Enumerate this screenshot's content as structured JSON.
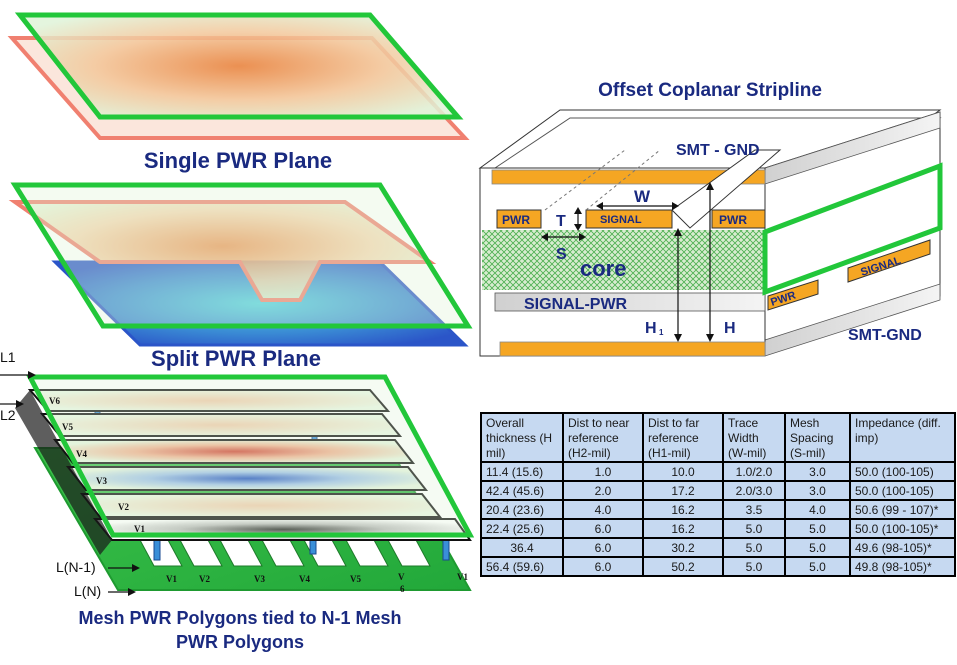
{
  "titles": {
    "single": "Single PWR Plane",
    "split": "Split PWR Plane",
    "mesh_line1": "Mesh PWR Polygons tied to N-1 Mesh",
    "mesh_line2": "PWR Polygons",
    "stripline": "Offset Coplanar Stripline"
  },
  "mesh_labels": {
    "l1": "L1",
    "l2": "L2",
    "ln1": "L(N-1)",
    "ln": "L(N)",
    "strips": [
      "V6",
      "V5",
      "V4",
      "V3",
      "V2",
      "V1"
    ],
    "bottom": [
      "V1",
      "V2",
      "V3",
      "V4",
      "V5",
      "V",
      "6",
      "V1"
    ]
  },
  "stripline": {
    "smt_gnd_top": "SMT - GND",
    "smt_gnd_bottom": "SMT-GND",
    "pwr": "PWR",
    "signal": "SIGNAL",
    "signal_side": "SIGNAL",
    "pwr_side": "PWR",
    "core": "core",
    "signal_pwr": "SIGNAL-PWR",
    "w": "W",
    "t": "T",
    "s": "S",
    "h1": "H",
    "h1_sub": "1",
    "h": "H"
  },
  "colors": {
    "green_outline": "#22c73a",
    "salmon": "#f08070",
    "blue_plane": "#2b55c8",
    "navy_text": "#1a2a80",
    "orange_layer": "#f5a623",
    "table_bg": "#c6d9f1"
  },
  "table": {
    "headers": [
      "Overall thickness (H mil)",
      "Dist to near reference (H2-mil)",
      "Dist to far reference (H1-mil)",
      "Trace Width (W-mil)",
      "Mesh Spacing (S-mil)",
      "Impedance (diff. imp)"
    ],
    "rows": [
      [
        "11.4 (15.6)",
        "1.0",
        "10.0",
        "1.0/2.0",
        "3.0",
        "50.0  (100-105)"
      ],
      [
        "42.4 (45.6)",
        "2.0",
        "17.2",
        "2.0/3.0",
        "3.0",
        "50.0  (100-105)"
      ],
      [
        "20.4 (23.6)",
        "4.0",
        "16.2",
        "3.5",
        "4.0",
        "50.6 (99 - 107)*"
      ],
      [
        "22.4 (25.6)",
        "6.0",
        "16.2",
        "5.0",
        "5.0",
        "50.0  (100-105)*"
      ],
      [
        "36.4",
        "6.0",
        "30.2",
        "5.0",
        "5.0",
        "49.6 (98-105)*"
      ],
      [
        "56.4 (59.6)",
        "6.0",
        "50.2",
        "5.0",
        "5.0",
        "49.8 (98-105)*"
      ]
    ]
  }
}
